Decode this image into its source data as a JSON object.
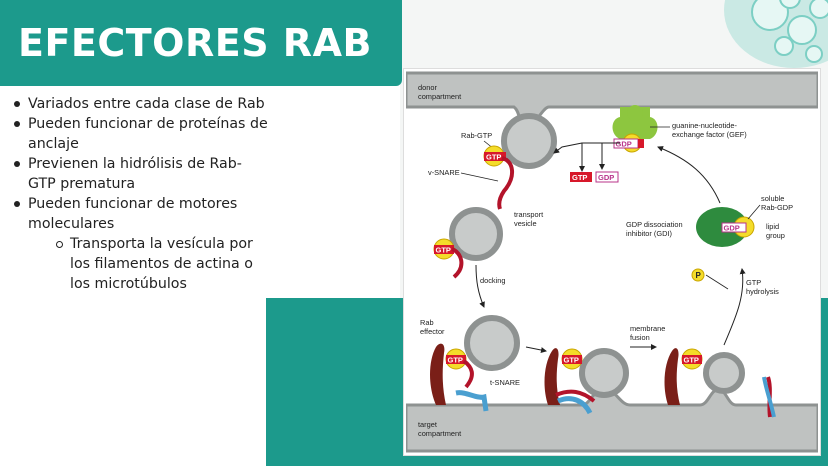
{
  "slide": {
    "title": "EFECTORES RAB",
    "bullets": [
      "Variados entre cada clase de Rab",
      "Pueden funcionar de proteínas de anclaje",
      "Previenen la hidrólisis de Rab-GTP prematura",
      "Pueden funcionar de motores moleculares"
    ],
    "sub_bullets": [
      "Transporta la vesícula por los filamentos de actina o los microtúbulos"
    ]
  },
  "diagram": {
    "donor_compartment": [
      "donor",
      "compartment"
    ],
    "target_compartment": [
      "target",
      "compartment"
    ],
    "rab_gtp": "Rab-GTP",
    "v_snare": "v-SNARE",
    "transport_vesicle": [
      "transport",
      "vesicle"
    ],
    "docking": "docking",
    "rab_effector": [
      "Rab",
      "effector"
    ],
    "t_snare": "t-SNARE",
    "membrane_fusion": [
      "membrane",
      "fusion"
    ],
    "gef": [
      "guanine-nucleotide-",
      "exchange factor (GEF)"
    ],
    "soluble_rab_gdp": [
      "soluble",
      "Rab-GDP"
    ],
    "lipid_group": [
      "lipid",
      "group"
    ],
    "gdi": [
      "GDP dissociation",
      "inhibitor (GDI)"
    ],
    "gtp_hydrolysis": [
      "GTP",
      "hydrolysis"
    ],
    "gtp": "GTP",
    "gdp": "GDP",
    "phosphate": "P"
  },
  "colors": {
    "teal": "#1c9a8c",
    "membrane": "#9a9d9c",
    "gtp_red": "#d7182a",
    "rab_yellow": "#f4dc2a",
    "gdp_pink": "#b8338a",
    "gef_green": "#8dc63f",
    "gdi_green": "#2e8b3e",
    "effector_brown": "#7a1f18",
    "snare_red": "#b3132a",
    "t_snare_blue": "#4a9fd0"
  }
}
